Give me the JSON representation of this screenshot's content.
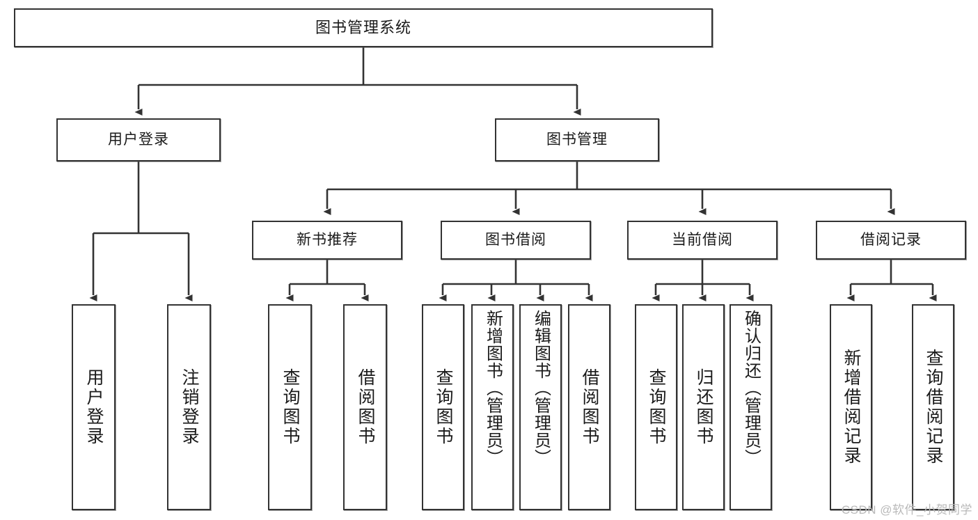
{
  "diagram": {
    "title": "图书管理系统",
    "type": "tree",
    "watermark": "CSDN @软件_小贺同学",
    "colors": {
      "box_border": "#333333",
      "box_fill": "#ffffff",
      "connector": "#333333",
      "text": "#1a1a1a",
      "watermark": "#b9b9b9"
    },
    "root": {
      "label": "图书管理系统"
    },
    "level1": [
      {
        "label": "用户登录"
      },
      {
        "label": "图书管理"
      }
    ],
    "level2": [
      {
        "label": "新书推荐"
      },
      {
        "label": "图书借阅"
      },
      {
        "label": "当前借阅"
      },
      {
        "label": "借阅记录"
      }
    ],
    "leaves": {
      "user_login": [
        {
          "label": "用户登录"
        },
        {
          "label": "注销登录"
        }
      ],
      "new_book_recommend": [
        {
          "label": "查询图书"
        },
        {
          "label": "借阅图书"
        }
      ],
      "book_borrow": [
        {
          "label": "查询图书"
        },
        {
          "label": "新增图书（管理员）"
        },
        {
          "label": "编辑图书（管理员）"
        },
        {
          "label": "借阅图书"
        }
      ],
      "current_borrow": [
        {
          "label": "查询图书"
        },
        {
          "label": "归还图书"
        },
        {
          "label": "确认归还（管理员）"
        }
      ],
      "borrow_record": [
        {
          "label": "新增借阅记录"
        },
        {
          "label": "查询借阅记录"
        }
      ]
    }
  }
}
